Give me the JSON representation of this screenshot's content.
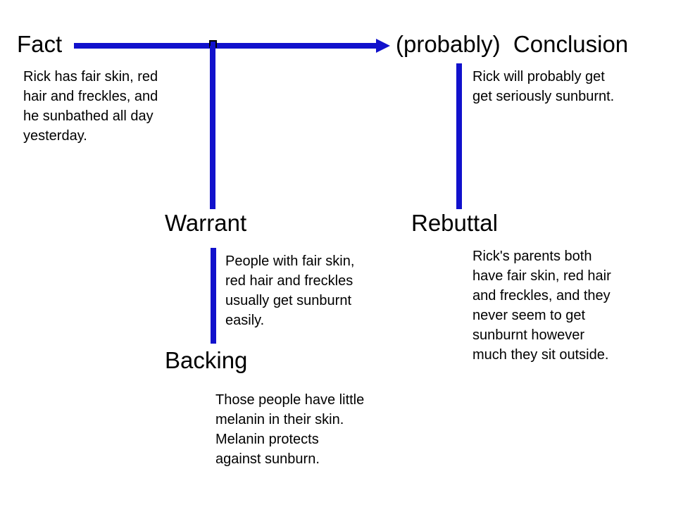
{
  "colors": {
    "line_blue": "#1111CC",
    "text": "#000000",
    "background": "#FFFFFF"
  },
  "diagram": {
    "type": "toulmin-argument",
    "nodes": {
      "fact": {
        "label": "Fact",
        "text": "Rick has fair skin, red\nhair and freckles, and\nhe sunbathed all day\nyesterday."
      },
      "conclusion": {
        "label": "(probably)  Conclusion",
        "text": "Rick will probably get\nget seriously sunburnt."
      },
      "warrant": {
        "label": "Warrant",
        "text": "People with fair skin,\nred hair and freckles\nusually get sunburnt\neasily."
      },
      "backing": {
        "label": "Backing",
        "text": "Those people have little\nmelanin in their skin.\nMelanin protects\nagainst sunburn."
      },
      "rebuttal": {
        "label": "Rebuttal",
        "text": "Rick's parents both\nhave fair skin, red hair\nand freckles, and they\nnever seem to get\nsunburnt however\nmuch they sit outside."
      }
    },
    "connectors": [
      "fact-to-conclusion-arrow",
      "arrow-to-warrant-line",
      "warrant-to-backing-line",
      "conclusion-to-rebuttal-line"
    ]
  }
}
